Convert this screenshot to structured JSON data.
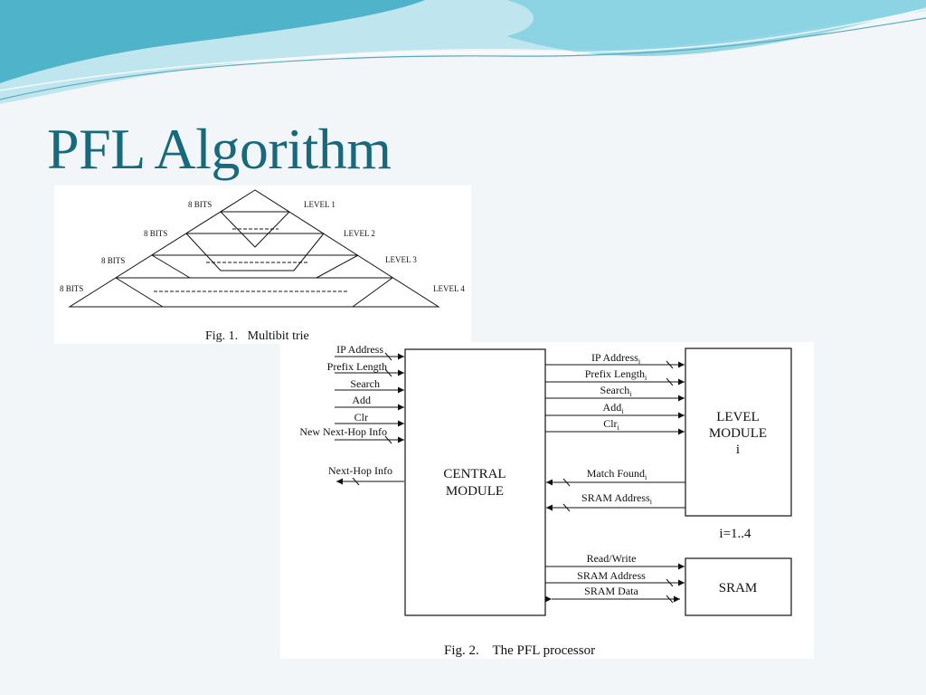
{
  "slide": {
    "title": "PFL Algorithm"
  },
  "fig1": {
    "caption": "Fig. 1.   Multibit trie",
    "bits_labels": [
      "8 BITS",
      "8 BITS",
      "8 BITS",
      "8 BITS"
    ],
    "level_labels": [
      "LEVEL 1",
      "LEVEL 2",
      "LEVEL 3",
      "LEVEL 4"
    ]
  },
  "fig2": {
    "caption": "Fig. 2.    The PFL processor",
    "central_module": [
      "CENTRAL",
      "MODULE"
    ],
    "level_module": [
      "LEVEL",
      "MODULE",
      "i"
    ],
    "level_range": "i=1..4",
    "sram_box": "SRAM",
    "inputs": [
      "IP Address",
      "Prefix Length",
      "Search",
      "Add",
      "Clr",
      "New Next-Hop Info"
    ],
    "output": "Next-Hop Info",
    "to_level": [
      "IP Address",
      "Prefix Length",
      "Search",
      "Add",
      "Clr"
    ],
    "subscript": "i",
    "from_level": [
      "Match Found",
      "SRAM Address"
    ],
    "sram_signals": [
      "Read/Write",
      "SRAM Address",
      "SRAM Data"
    ]
  },
  "colors": {
    "title": "#176a7e",
    "wave_dark": "#4fb3c9",
    "wave_light": "#bfe6ee"
  }
}
